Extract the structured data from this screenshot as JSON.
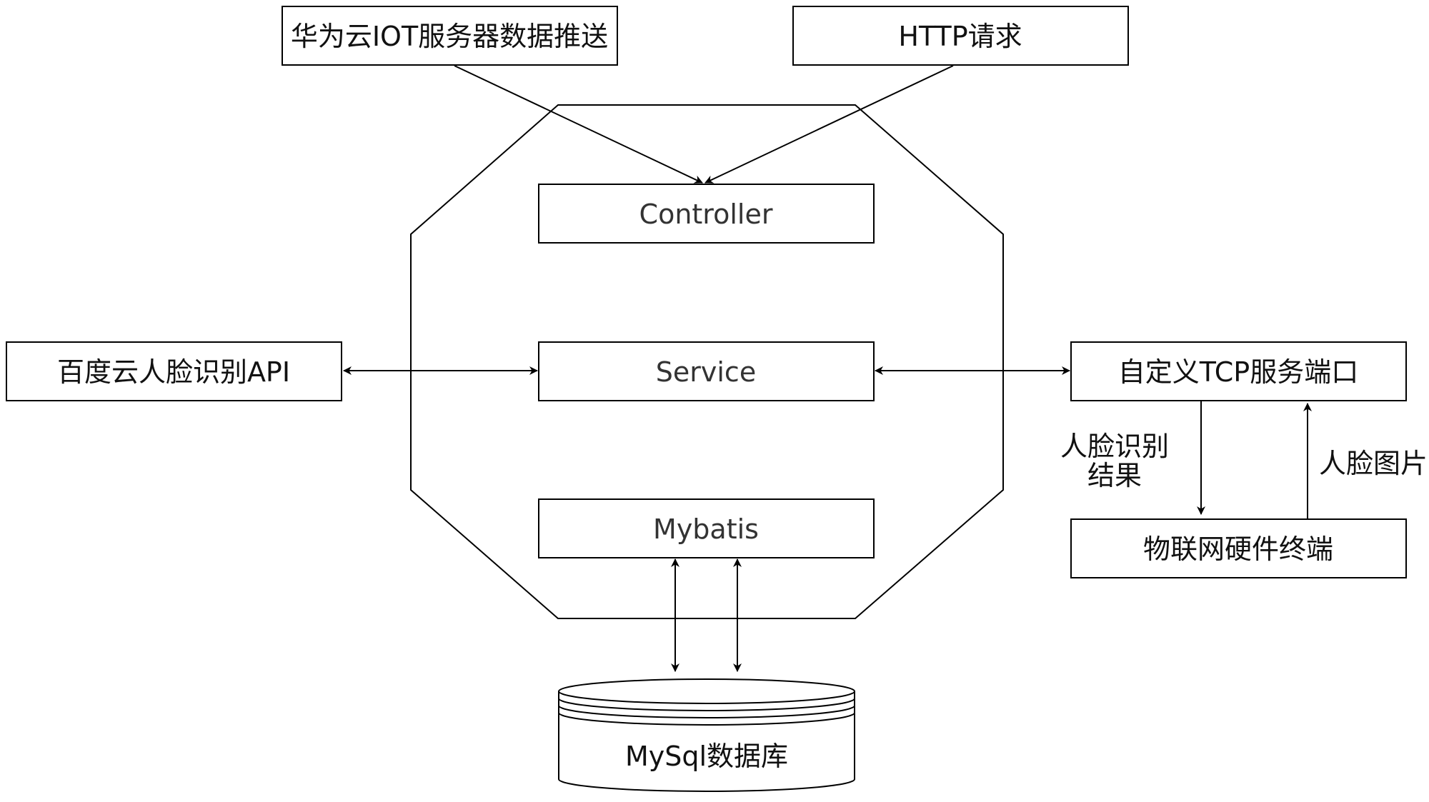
{
  "boxes": {
    "huawei_push": "华为云IOT服务器数据推送",
    "http_request": "HTTP请求",
    "controller": "Controller",
    "service": "Service",
    "mybatis": "Mybatis",
    "baidu_face_api": "百度云人脸识别API",
    "custom_tcp_port": "自定义TCP服务端口",
    "iot_terminal": "物联网硬件终端",
    "mysql_db": "MySql数据库"
  },
  "edge_labels": {
    "face_result_line1": "人脸识别",
    "face_result_line2": "结果",
    "face_image": "人脸图片"
  },
  "colors": {
    "stroke": "#000000",
    "background": "#ffffff",
    "text": "#111111"
  }
}
